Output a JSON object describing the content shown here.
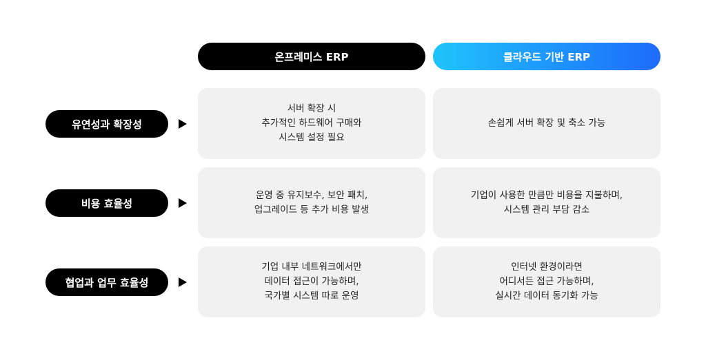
{
  "headers": {
    "onprem": "온프레미스 ERP",
    "cloud": "클라우드 기반 ERP"
  },
  "rows": [
    {
      "label": "유연성과 확장성",
      "onprem": [
        "서버 확장 시",
        "추가적인 하드웨어 구매와",
        "시스템 설정 필요"
      ],
      "cloud": [
        "손쉽게 서버 확장 및 축소 가능"
      ]
    },
    {
      "label": "비용 효율성",
      "onprem": [
        "운영 중 유지보수, 보안 패치,",
        "업그레이드 등 추가 비용 발생"
      ],
      "cloud": [
        "기업이 사용한 만큼만 비용을 지불하며,",
        "시스템 관리 부담 감소"
      ]
    },
    {
      "label": "협업과 업무 효율성",
      "onprem": [
        "기업 내부 네트워크에서만",
        "데이터 접근이 가능하며,",
        "국가별 시스템 따로 운영"
      ],
      "cloud": [
        "인터넷 환경이라면",
        "어디서든 접근 가능하며,",
        "실시간 데이터 동기화 가능"
      ]
    }
  ],
  "colors": {
    "onprem_header": "#000000",
    "cloud_gradient_start": "#1fc4fb",
    "cloud_gradient_end": "#1e6bfb",
    "cell_bg": "#f1f1f1"
  }
}
